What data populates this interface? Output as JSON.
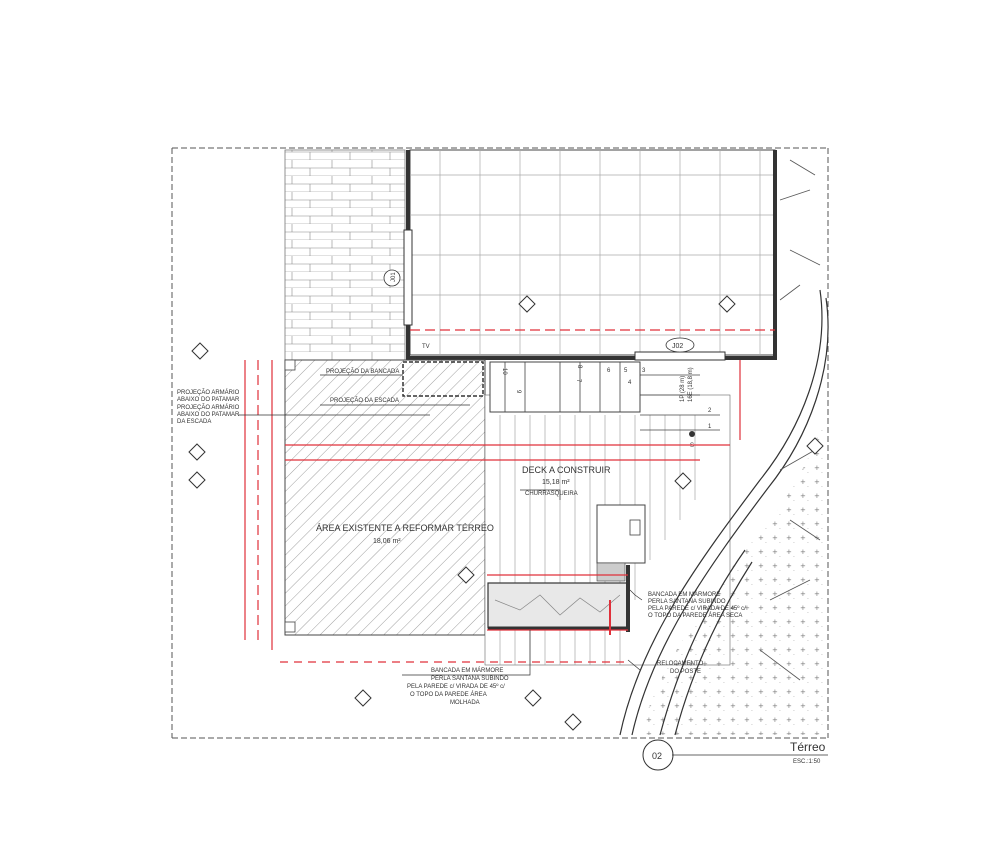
{
  "title": {
    "number": "02",
    "name": "Térreo",
    "scale": "ESC.:1:50"
  },
  "rooms": {
    "existing_area": {
      "name": "ÁREA EXISTENTE A REFORMAR TÉRREO",
      "area": "18,06 m²"
    },
    "deck": {
      "name": "DECK A CONSTRUIR",
      "area": "15,18 m²"
    }
  },
  "labels": {
    "projection_counter": "PROJEÇÃO DA BANCADA",
    "projection_stair": "PROJEÇÃO DA ESCADA",
    "projection_cabinet_1": "PROJEÇÃO ARMÁRIO",
    "projection_cabinet_2": "ABAIXO DO PATAMAR",
    "projection_cabinet_3": "DA ESCADA",
    "projection_cabinet_overlap_1": "PROJEÇÃO ARMÁRIO",
    "projection_cabinet_overlap_2": "ABAIXO DO PATAMAR",
    "tv": "TV",
    "barbecue": "CHURRASQUEIRA",
    "counter_wet_1": "BANCADA EM MÁRMORE",
    "counter_wet_2": "PERLA SANTANA SUBINDO",
    "counter_wet_3": "PELA PAREDE c/ VIRADA DE 45º c/",
    "counter_wet_4": "O TOPO DA PAREDE ÁREA",
    "counter_wet_5": "MOLHADA",
    "counter_dry_1": "BANCADA EM MÁRMORE",
    "counter_dry_2": "PERLA SANTANA SUBINDO",
    "counter_dry_3": "PELA PAREDE c/ VIRADA DE 45º c/",
    "counter_dry_4": "O TOPO DA PAREDE ÁREA SECA",
    "relocation_1": "RELOCAMENTO",
    "relocation_2": "DO POSTE",
    "window_j01": "J01",
    "window_j02": "J02",
    "stair_info_1": "16E (18,8 m)",
    "stair_info_2": "1P (28 m)",
    "stair_s": "S"
  },
  "steps": [
    "1",
    "2",
    "3",
    "4",
    "5",
    "6",
    "7",
    "8",
    "9",
    "10"
  ],
  "colors": {
    "line": "#333333",
    "wall": "#444444",
    "red_mark": "#e0303a",
    "hatch": "#777777",
    "counter_fill": "#cfcfcf"
  }
}
